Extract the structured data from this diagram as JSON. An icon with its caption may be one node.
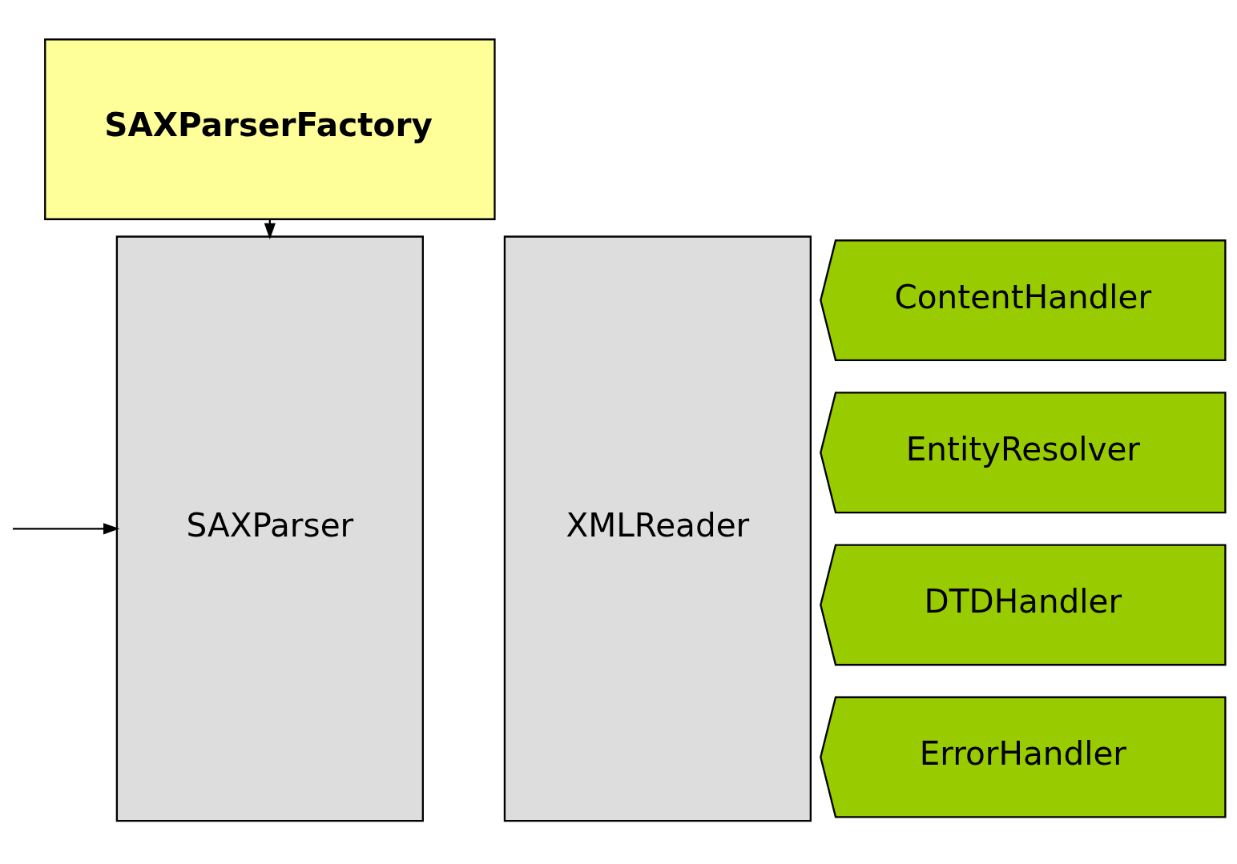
{
  "diagram": {
    "nodes": [
      {
        "text": [
          "SAXParserFactory"
        ]
      },
      {
        "text": [
          "SAXParser"
        ]
      },
      {
        "text": [
          "XMLReader"
        ]
      },
      {
        "text": [
          "ContentHandler"
        ]
      },
      {
        "text": [
          "EntityResolver"
        ]
      },
      {
        "text": [
          "DTDHandler"
        ]
      },
      {
        "text": [
          "ErrorHandler"
        ]
      }
    ],
    "edges": [
      {
        "from": 0,
        "to": 1,
        "arrow": "to"
      },
      {
        "from": null,
        "to": 1,
        "arrow": "to"
      }
    ]
  }
}
